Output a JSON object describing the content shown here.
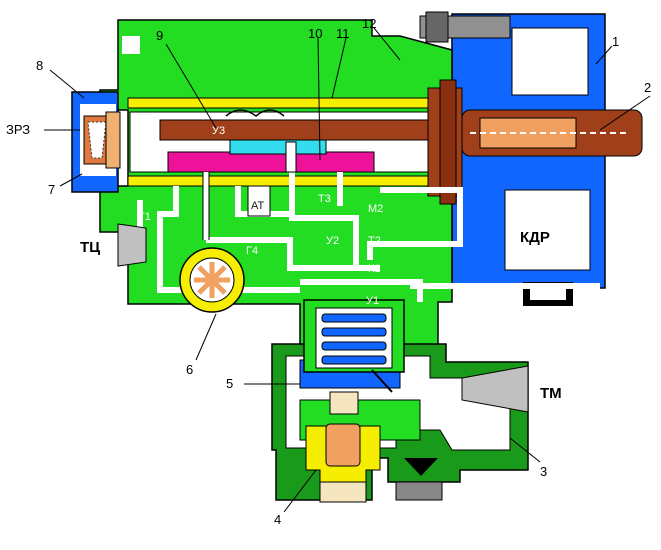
{
  "labels": {
    "n1": "1",
    "n2": "2",
    "n3": "3",
    "n4": "4",
    "n5": "5",
    "n6": "6",
    "n7": "7",
    "n8": "8",
    "n9": "9",
    "n10": "10",
    "n11": "11",
    "n12": "12",
    "zrz": "ЗРЗ",
    "tc": "ТЦ",
    "tm": "ТМ",
    "kdr": "КДР",
    "t1": "Т1",
    "u3": "У3",
    "at": "АТ",
    "t3": "Т3",
    "m2": "М2",
    "t2": "Т2",
    "k1": "К1",
    "g4": "Г4",
    "u2": "У2",
    "u1": "У1"
  },
  "colors": {
    "green": "#22dd22",
    "dark_green": "#1a9a1a",
    "blue": "#1166ff",
    "yellow": "#f5ee00",
    "magenta": "#ee1199",
    "cyan": "#33ddee",
    "brown": "#a0401a",
    "orange": "#f0a060",
    "gray": "#b0b0b0",
    "white": "#ffffff",
    "black": "#000000"
  }
}
